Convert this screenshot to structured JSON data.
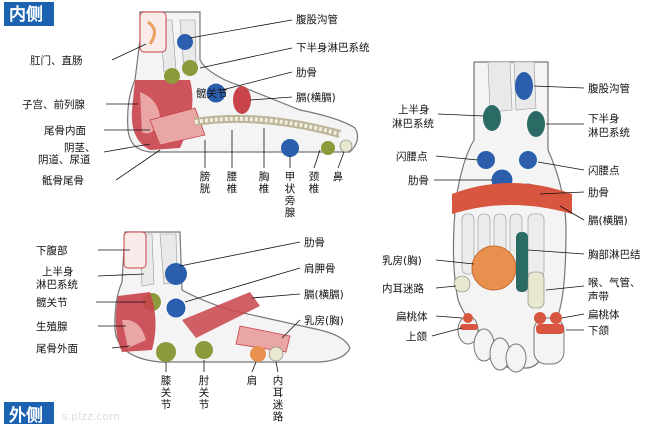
{
  "headers": {
    "inner": "内侧",
    "outer": "外侧"
  },
  "watermark": "s.plzz.com",
  "inner_view": {
    "left_labels": [
      "肛门、直肠",
      "子宫、前列腺",
      "尾骨内面",
      "阴茎、阴道、尿道",
      "骶骨尾骨"
    ],
    "left_labels_display": [
      "肛门、直肠",
      "子宫、前列腺",
      "尾骨内面",
      "阴茎、",
      "阴道、尿道",
      "骶骨尾骨"
    ],
    "right_labels": [
      "腹股沟管",
      "下半身淋巴系统",
      "肋骨",
      "膈(横膈)"
    ],
    "inner_label": "髋关节",
    "bottom_labels": [
      "膀胱",
      "腰椎",
      "胸椎",
      "甲状旁腺",
      "颈椎",
      "鼻"
    ]
  },
  "outer_view": {
    "left_labels": [
      "下腹部",
      "上半身",
      "淋巴系统",
      "髋关节",
      "生殖腺",
      "尾骨外面"
    ],
    "right_labels": [
      "肋骨",
      "肩胛骨",
      "膈(横膈)",
      "乳房(胸)"
    ],
    "bottom_labels": [
      "膝关节",
      "肘关节",
      "肩",
      "内耳迷路"
    ]
  },
  "top_view": {
    "left_labels": [
      "上半身",
      "淋巴系统",
      "闪腰点",
      "肋骨",
      "乳房(胸)",
      "内耳迷路",
      "扁桃体",
      "上颌"
    ],
    "right_labels": [
      "腹股沟管",
      "下半身",
      "淋巴系统",
      "闪腰点",
      "肋骨",
      "膈(横膈)",
      "胸部淋巴结",
      "喉、气管、",
      "声带",
      "扁桃体",
      "下颌"
    ]
  },
  "colors": {
    "header_bg": "#1b63b0",
    "reflex_red": "#c9434b",
    "reflex_pink": "#eaa5a5",
    "reflex_blue": "#2b5fae",
    "reflex_teal": "#2a6b66",
    "reflex_olive": "#8d9a3c",
    "reflex_orange": "#e8914f",
    "band_red": "#d8553f"
  }
}
